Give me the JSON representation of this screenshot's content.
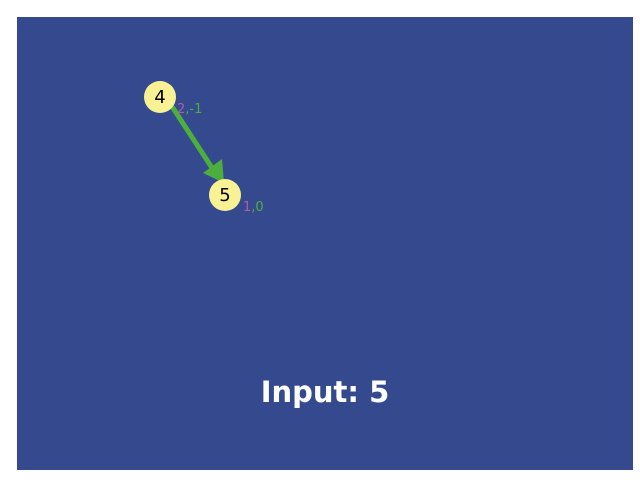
{
  "colors": {
    "background": "#354a8e",
    "node_fill": "#f8f294",
    "node_text": "#000000",
    "edge": "#4caf3d",
    "height_color": "#b15aa9",
    "balance_color": "#4caf3d",
    "input_text": "#ffffff"
  },
  "input": {
    "label": "Input: 5"
  },
  "nodes": [
    {
      "id": "n4",
      "key": "4",
      "height": "2",
      "balance": "-1"
    },
    {
      "id": "n5",
      "key": "5",
      "height": "1",
      "balance": "0"
    }
  ],
  "edges": [
    {
      "from": "n4",
      "to": "n5"
    }
  ]
}
